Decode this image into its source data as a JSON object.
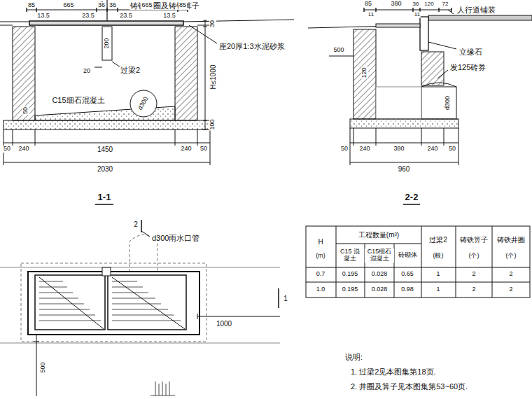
{
  "diagram": {
    "labels": [
      "铸铁井圈及铸铁箅子",
      "1",
      "85",
      "665",
      "36",
      "36",
      "665",
      "85",
      "30",
      "13.5",
      "23.5",
      "23.5",
      "13.5",
      "座20厚1:3水泥砂浆",
      "200",
      "20",
      "过梁2",
      "H≤1000",
      "C15细石混凝土",
      "d300",
      "50",
      "100",
      "50",
      "240",
      "1450",
      "240",
      "50",
      "2030",
      "1-1",
      "85",
      "380",
      "36",
      "120",
      "72",
      "11",
      "11",
      "人行道铺装",
      "500",
      "立缘石",
      "120",
      "发125砖券",
      "d300",
      "50",
      "240",
      "380",
      "240",
      "50",
      "960",
      "2-2",
      "2",
      "d300雨水口管",
      "1000",
      "500",
      "1",
      "H",
      "(m)",
      "工程数量(m³)",
      "C15 混凝土",
      "C15细石 混凝土",
      "砖砌体",
      "过梁2",
      "(根)",
      "铸铁箅子",
      "(个)",
      "铸铁井圈",
      "(个)",
      "0.7",
      "0.195",
      "0.028",
      "0.65",
      "1",
      "2",
      "2",
      "1.0",
      "0.195",
      "0.028",
      "0.98",
      "1",
      "2",
      "2",
      "说明:",
      "1. 过梁2见本图集第18页.",
      "2. 井圈及箅子见本图集第53~60页."
    ]
  }
}
